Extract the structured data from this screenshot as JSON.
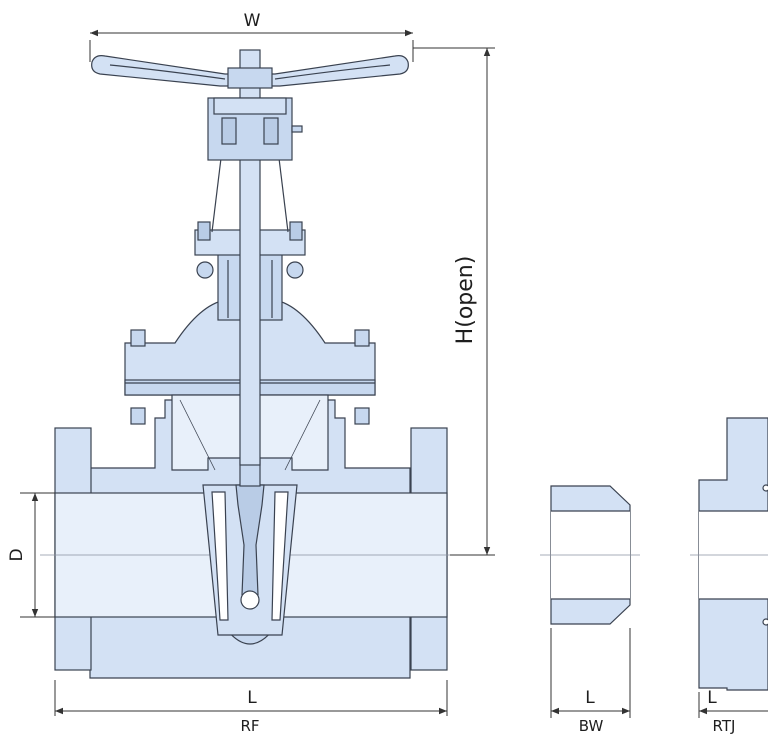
{
  "dimensions": {
    "width": "W",
    "height": "H(open)",
    "bore": "D",
    "length_rf": "L",
    "length_bw": "L",
    "length_rtj": "L"
  },
  "end_types": {
    "rf": "RF",
    "bw": "BW",
    "rtj": "RTJ"
  },
  "colors": {
    "body_fill": "#d3e1f4",
    "body_light": "#e4edf9",
    "outline": "#3a4250",
    "dimension_line": "#333333"
  }
}
